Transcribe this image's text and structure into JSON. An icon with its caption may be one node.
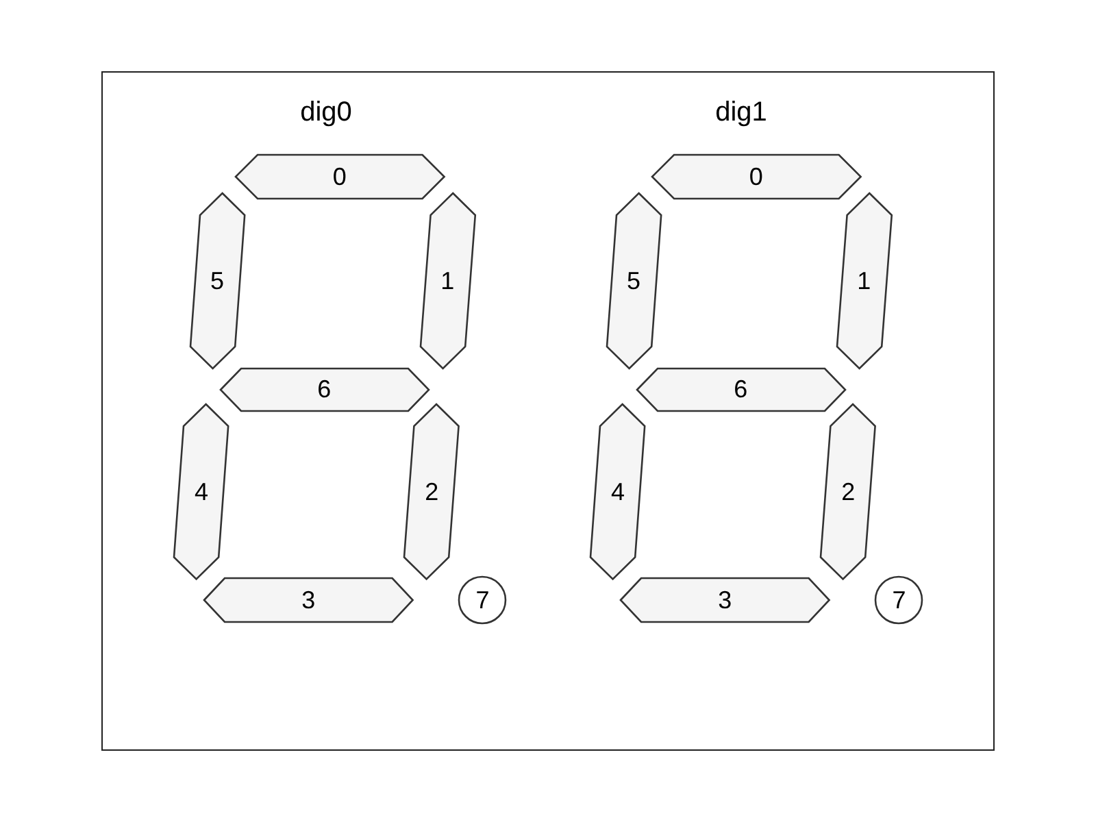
{
  "diagram": {
    "nodes": [
      {
        "text": [
          "0"
        ]
      },
      {
        "text": [
          "5"
        ]
      },
      {
        "text": [
          "1"
        ]
      },
      {
        "text": [
          "6"
        ]
      },
      {
        "text": [
          "4"
        ]
      },
      {
        "text": [
          "2"
        ]
      },
      {
        "text": [
          "3"
        ]
      },
      {
        "text": [
          "7"
        ]
      },
      {
        "text": [
          "0"
        ]
      },
      {
        "text": [
          "5"
        ]
      },
      {
        "text": [
          "1"
        ]
      },
      {
        "text": [
          "6"
        ]
      },
      {
        "text": [
          "4"
        ]
      },
      {
        "text": [
          "2"
        ]
      },
      {
        "text": [
          "3"
        ]
      },
      {
        "text": [
          "7"
        ]
      }
    ],
    "edges": [],
    "labels": [
      "dig0",
      "dig1"
    ]
  }
}
